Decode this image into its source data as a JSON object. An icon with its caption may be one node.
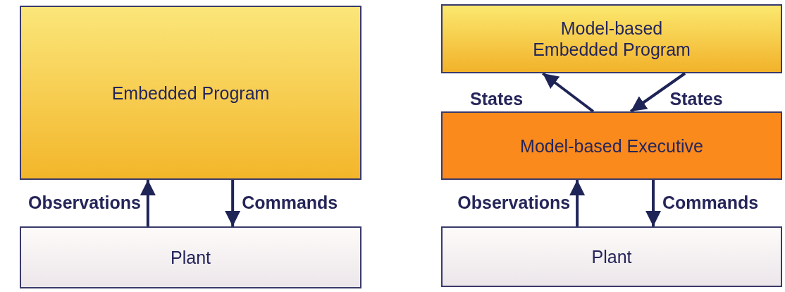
{
  "diagram": {
    "nodes": [
      {
        "text": [
          "Embedded Program"
        ]
      },
      {
        "text": [
          "Plant"
        ]
      },
      {
        "text": [
          "Model-based Embedded Program"
        ]
      },
      {
        "text": [
          "Model-based Executive"
        ]
      },
      {
        "text": [
          "Plant"
        ]
      }
    ],
    "edges": [
      {
        "from": 1,
        "to": 0,
        "arrow": "to",
        "label": "Observations"
      },
      {
        "from": 0,
        "to": 1,
        "arrow": "to",
        "label": "Commands"
      },
      {
        "from": 3,
        "to": 2,
        "arrow": "to",
        "label": "States"
      },
      {
        "from": 2,
        "to": 3,
        "arrow": "to",
        "label": "States"
      },
      {
        "from": 4,
        "to": 3,
        "arrow": "to",
        "label": "Observations"
      },
      {
        "from": 3,
        "to": 4,
        "arrow": "to",
        "label": "Commands"
      }
    ]
  }
}
